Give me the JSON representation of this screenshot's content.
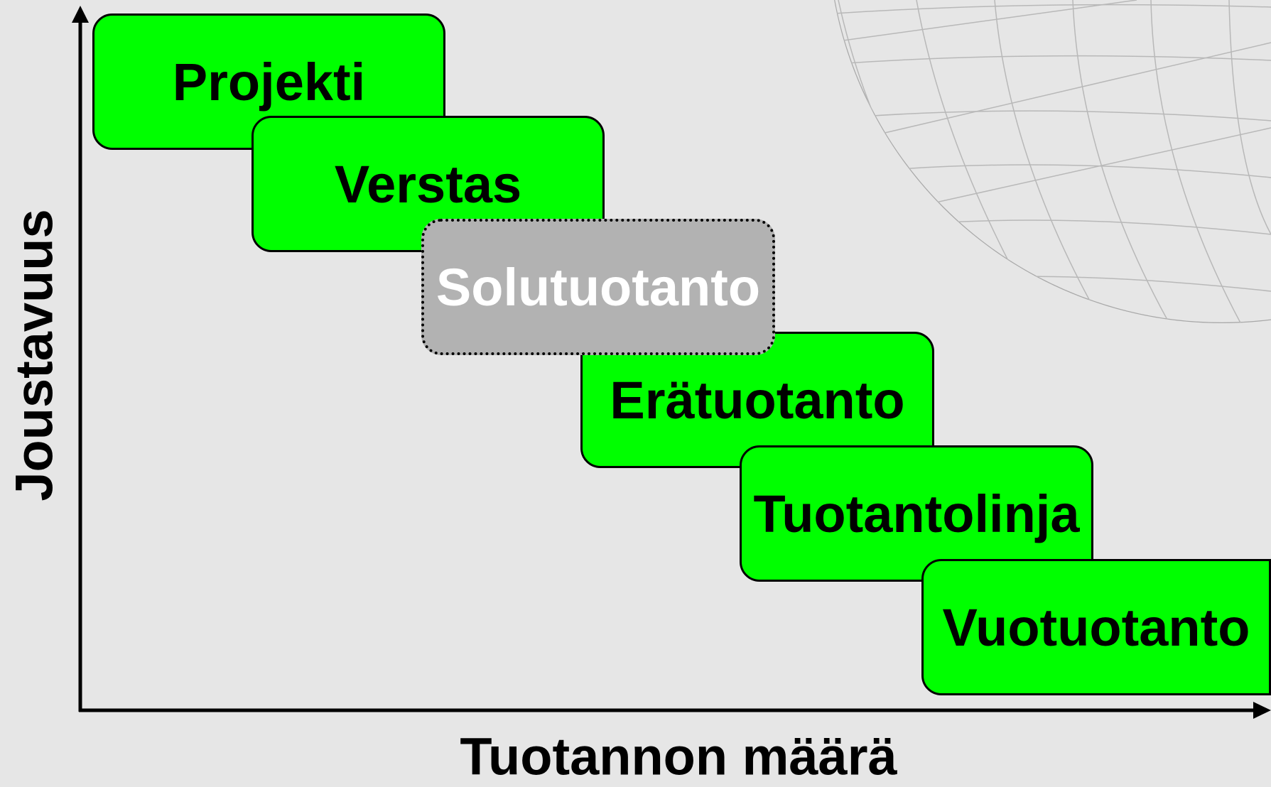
{
  "diagram": {
    "axes": {
      "y_label": "Joustavuus",
      "x_label": "Tuotannon määrä"
    },
    "stages": [
      {
        "label": "Projekti",
        "highlighted": false
      },
      {
        "label": "Verstas",
        "highlighted": false
      },
      {
        "label": "Solutuotanto",
        "highlighted": true
      },
      {
        "label": "Erätuotanto",
        "highlighted": false
      },
      {
        "label": "Tuotantolinja",
        "highlighted": false
      },
      {
        "label": "Vuotuotanto",
        "highlighted": false
      }
    ]
  },
  "colors": {
    "background": "#e6e6e6",
    "stage_fill": "#00ff00",
    "highlight_fill": "#b2b2b2",
    "highlight_text": "#ffffff",
    "text": "#000000"
  },
  "decoration": {
    "globe_icon": "wireframe-globe-icon"
  }
}
